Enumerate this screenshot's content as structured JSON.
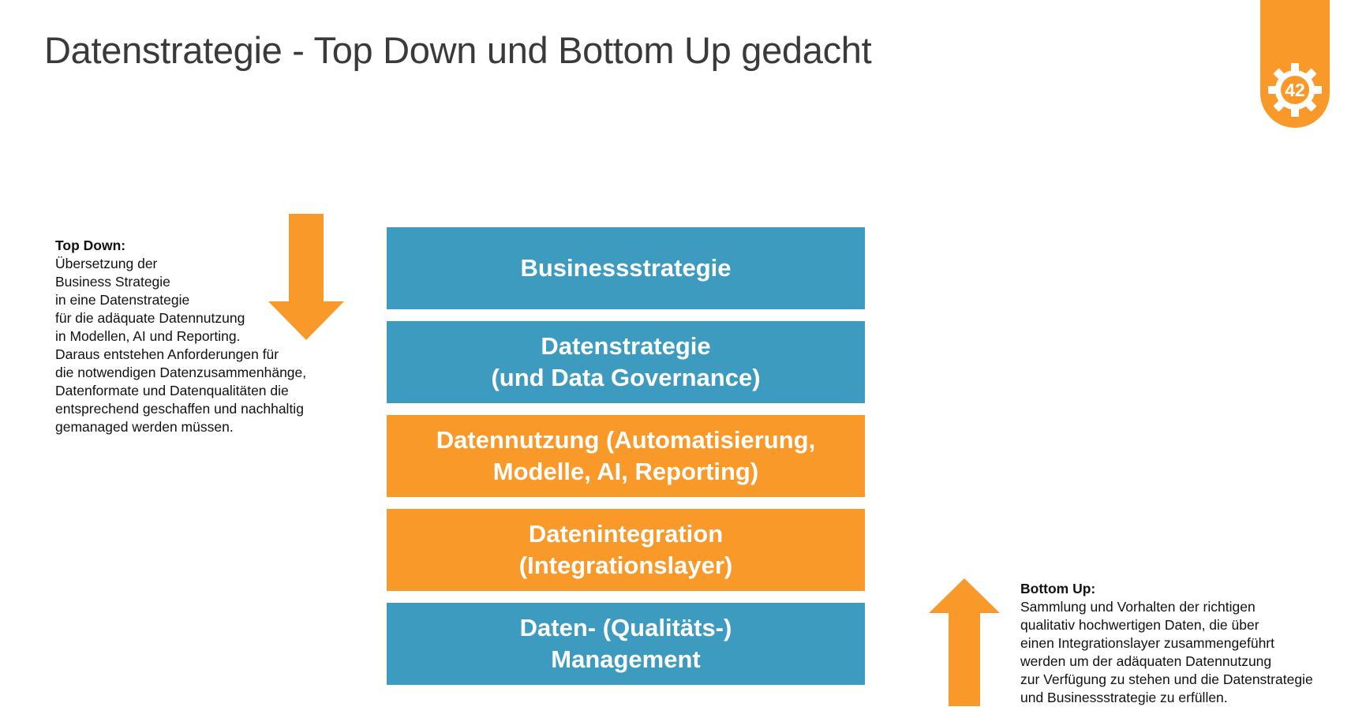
{
  "slide": {
    "title": "Datenstrategie - Top Down und Bottom Up gedacht",
    "logo_text": "42",
    "colors": {
      "accent_orange": "#f9992a",
      "layer_blue": "#3d9bc0",
      "title_gray": "#3a3a3a"
    }
  },
  "top_down": {
    "heading": "Top Down:",
    "lines": [
      "Übersetzung der",
      "Business Strategie",
      "in eine Datenstrategie",
      "für die adäquate Datennutzung",
      "in Modellen, AI und Reporting.",
      "Daraus entstehen Anforderungen für",
      "die notwendigen Datenzusammenhänge,",
      "Datenformate und Datenqualitäten die",
      "entsprechend geschaffen und nachhaltig",
      "gemanaged werden müssen."
    ]
  },
  "bottom_up": {
    "heading": "Bottom Up:",
    "lines": [
      "Sammlung und Vorhalten der richtigen",
      "qualitativ hochwertigen Daten, die über",
      "einen Integrationslayer zusammengeführt",
      "werden um der adäquaten Datennutzung",
      "zur Verfügung zu stehen und die Datenstrategie",
      "und Businessstrategie zu erfüllen."
    ]
  },
  "layers": [
    {
      "lines": [
        "Businessstrategie"
      ],
      "color": "blue"
    },
    {
      "lines": [
        "Datenstrategie",
        "(und Data Governance)"
      ],
      "color": "blue"
    },
    {
      "lines": [
        "Datennutzung (Automatisierung,",
        "Modelle, AI, Reporting)"
      ],
      "color": "orange"
    },
    {
      "lines": [
        "Datenintegration",
        "(Integrationslayer)"
      ],
      "color": "orange"
    },
    {
      "lines": [
        "Daten- (Qualitäts-)",
        "Management"
      ],
      "color": "blue"
    }
  ]
}
